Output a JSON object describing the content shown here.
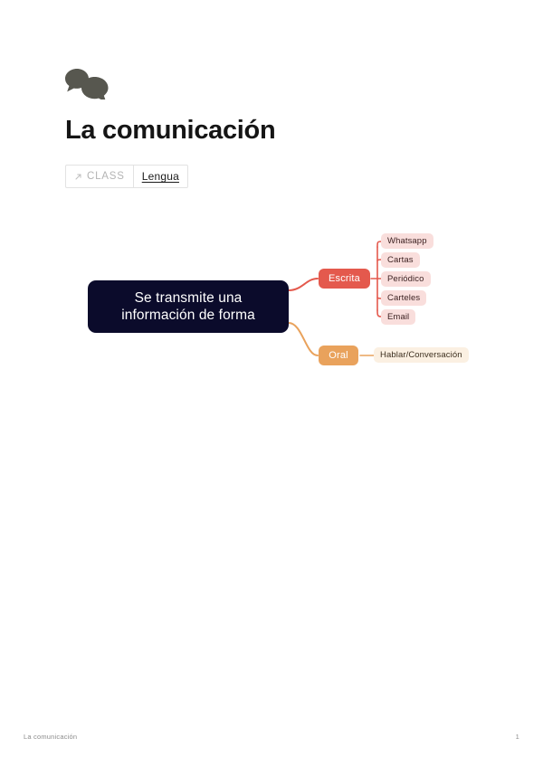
{
  "document": {
    "title": "La comunicación",
    "icon": "speech-bubbles-icon"
  },
  "badge": {
    "arrow_icon": "arrow-up-right-icon",
    "class_label": "CLASS",
    "subject_label": "Lengua"
  },
  "mindmap": {
    "root": {
      "line1": "Se transmite una",
      "line2": "información de forma",
      "color": "#0b0b2b"
    },
    "branches": [
      {
        "label": "Escrita",
        "color": "#e4594d",
        "leaf_color": "#f9dedc",
        "leaves": [
          "Whatsapp",
          "Cartas",
          "Periódico",
          "Carteles",
          "Email"
        ]
      },
      {
        "label": "Oral",
        "color": "#e9a25c",
        "leaf_color": "#fbf0e2",
        "leaves": [
          "Hablar/Conversación"
        ]
      }
    ]
  },
  "footer": {
    "left": "La comunicación",
    "page_number": "1"
  }
}
